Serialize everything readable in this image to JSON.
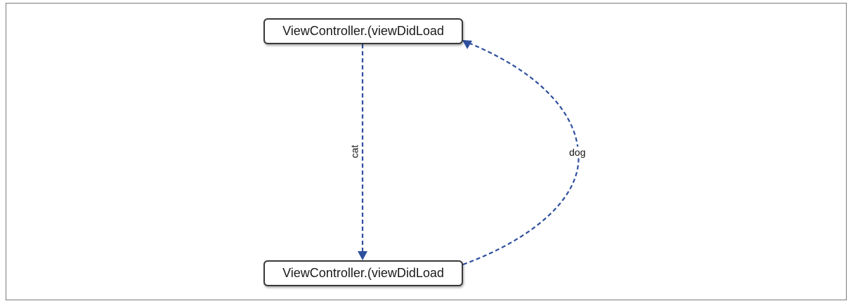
{
  "diagram": {
    "nodes": [
      {
        "id": "top",
        "label": "ViewController.(viewDidLoad"
      },
      {
        "id": "bottom",
        "label": "ViewController.(viewDidLoad"
      }
    ],
    "edges": [
      {
        "from": "top",
        "to": "bottom",
        "label": "cat",
        "style": "dashed"
      },
      {
        "from": "bottom",
        "to": "top",
        "label": "dog",
        "style": "dashed"
      }
    ],
    "colors": {
      "edge": "#2e4f9e",
      "node_border": "#3a3a3a",
      "frame_border": "#7a7a7a"
    }
  }
}
